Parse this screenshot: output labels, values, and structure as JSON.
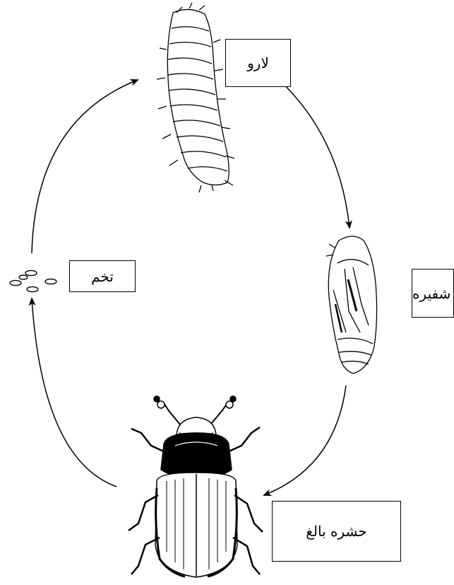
{
  "stages": {
    "larva": "لارو",
    "pupa": "شفیره",
    "egg": "تخم",
    "adult": "حشره بالغ"
  },
  "colors": {
    "ink": "#000000",
    "paper": "#ffffff"
  }
}
